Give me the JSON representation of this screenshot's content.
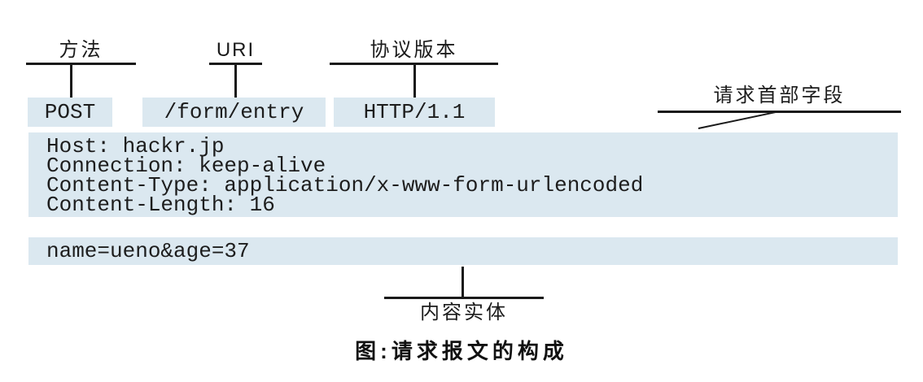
{
  "figure": {
    "callouts": {
      "method": "方法",
      "uri": "URI",
      "protocol": "协议版本",
      "header_fields": "请求首部字段",
      "entity_body": "内容实体"
    },
    "request_line": {
      "method": "POST",
      "uri": "/form/entry",
      "protocol": "HTTP/1.1"
    },
    "header_fields": [
      "Host: hackr.jp",
      "Connection: keep-alive",
      "Content-Type: application/x-www-form-urlencoded",
      "Content-Length: 16"
    ],
    "body_text": "name=ueno&age=37",
    "caption": "图:请求报文的构成",
    "colors": {
      "box_fill": "#dbe8f0",
      "line": "#1a1a1a"
    }
  }
}
